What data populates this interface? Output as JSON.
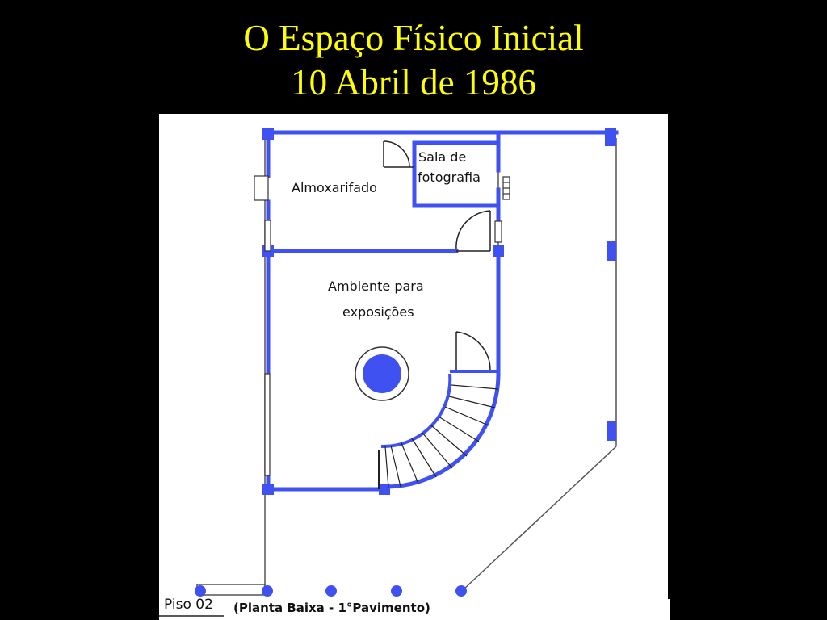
{
  "slide": {
    "title_line1": "O Espaço Físico Inicial",
    "title_line2": "10 Abril de 1986"
  },
  "plan": {
    "rooms": {
      "almoxarifado": "Almoxarifado",
      "sala_line1": "Sala de",
      "sala_line2": "fotografia",
      "ambiente_line1": "Ambiente para",
      "ambiente_line2": "exposições"
    },
    "footer": {
      "floor": "Piso 02",
      "caption": "(Planta Baixa - 1°Pavimento)"
    },
    "colors": {
      "wall": "#3f51f0",
      "line": "#555555",
      "background": "#ffffff"
    }
  }
}
